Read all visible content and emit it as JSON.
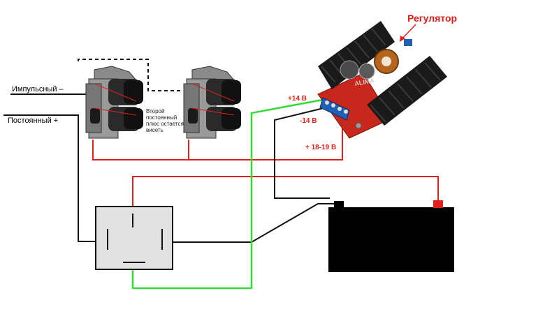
{
  "labels": {
    "pulse_minus": "Импульсный –",
    "constant_plus": "Постоянный +",
    "note_line1": "Второй",
    "note_line2": "постоянный",
    "note_line3": "плюс остается",
    "note_line4": "висеть",
    "regulator": "Регулятор",
    "out_plus_14": "+14 В",
    "out_minus_14": "-14 В",
    "in_plus_18_19": "+ 18-19 В",
    "watermark": "ALIMA"
  },
  "colors": {
    "wire_red": "#e0201a",
    "wire_black": "#111111",
    "wire_green": "#33dd33",
    "relay_fill": "#e2e2e2",
    "battery_fill": "#000000",
    "battery_plus_terminal": "#e0201a",
    "pcb_red": "#c8281c",
    "terminal_blue": "#1f5fb4",
    "heatsink": "#1a1a1a"
  },
  "icons": {
    "coil_1": "ignition-coil-icon",
    "coil_2": "ignition-coil-icon",
    "regulator": "dc-dc-boost-module-icon",
    "relay": "relay-icon",
    "battery": "car-battery-icon",
    "arrow": "arrow-icon"
  }
}
